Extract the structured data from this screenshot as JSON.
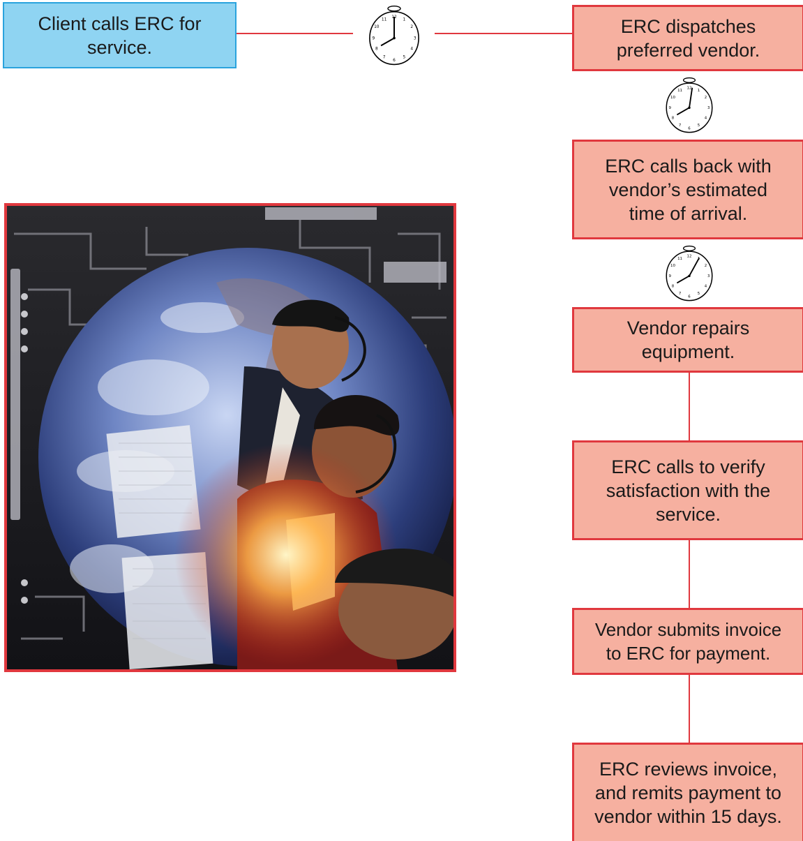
{
  "steps": [
    "Client calls ERC for\nservice.",
    "ERC dispatches\npreferred vendor.",
    "ERC calls back with\nvendor’s estimated\ntime of arrival.",
    "Vendor repairs\nequipment.",
    "ERC calls to verify\nsatisfaction with the\nservice.",
    "Vendor submits invoice\nto ERC for payment.",
    "ERC reviews invoice,\nand remits payment to\nvendor within 15 days."
  ],
  "colors": {
    "client_box": "#8fd4f2",
    "client_border": "#2aa3dd",
    "step_box": "#f6b0a0",
    "accent_red": "#e0383e"
  },
  "icons": [
    "stopwatch-icon",
    "stopwatch-icon",
    "stopwatch-icon"
  ]
}
